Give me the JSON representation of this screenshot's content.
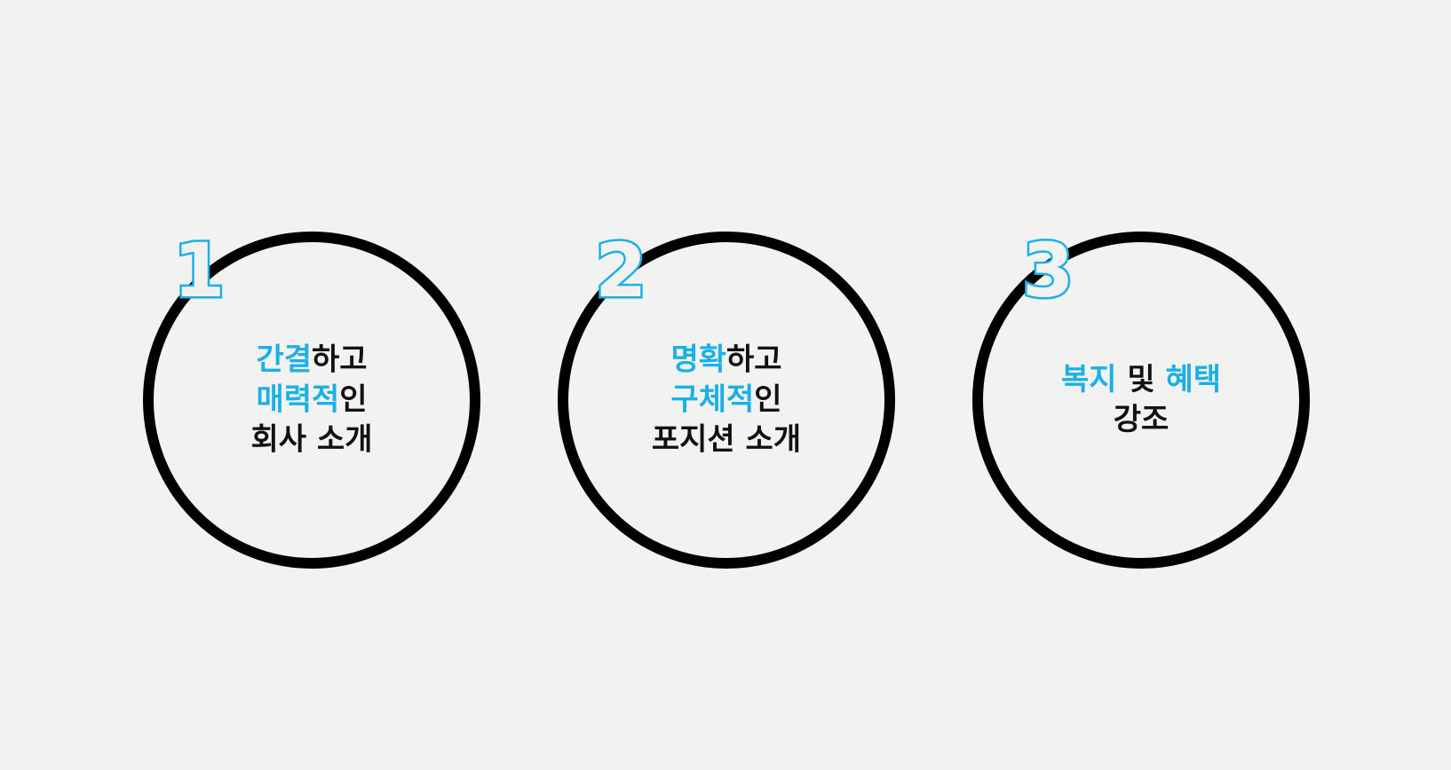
{
  "colors": {
    "background": "#f2f2f0",
    "accent": "#1ab0e6",
    "ring": "#000000",
    "text": "#111111"
  },
  "steps": [
    {
      "number": "1",
      "lines": [
        {
          "highlight": "간결",
          "rest": "하고"
        },
        {
          "highlight": "매력적",
          "rest": "인"
        },
        {
          "highlight": "",
          "rest": "회사 소개"
        }
      ]
    },
    {
      "number": "2",
      "lines": [
        {
          "highlight": "명확",
          "rest": "하고"
        },
        {
          "highlight": "구체적",
          "rest": "인"
        },
        {
          "highlight": "",
          "rest": "포지션 소개"
        }
      ]
    },
    {
      "number": "3",
      "lines": [
        {
          "highlight": "복지",
          "middle": " 및 ",
          "highlight2": "혜택"
        },
        {
          "highlight": "",
          "rest": "강조"
        }
      ]
    }
  ]
}
